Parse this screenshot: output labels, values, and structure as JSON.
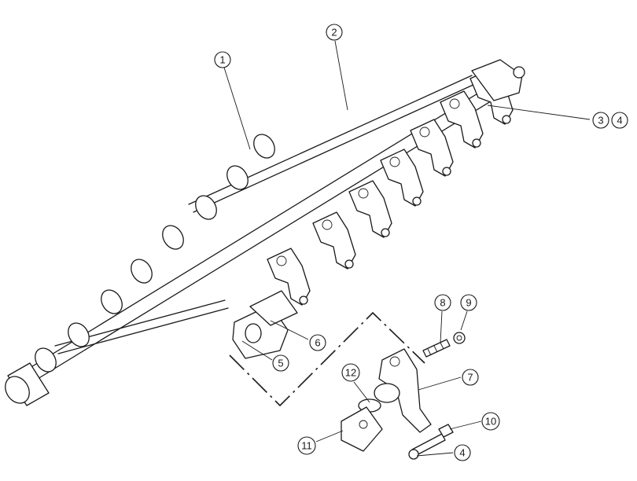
{
  "callouts": {
    "c1": "1",
    "c2": "2",
    "c3": "3",
    "c4a": "4",
    "c4b": "4",
    "c5": "5",
    "c6": "6",
    "c7": "7",
    "c8": "8",
    "c9": "9",
    "c10": "10",
    "c11": "11",
    "c12": "12"
  }
}
